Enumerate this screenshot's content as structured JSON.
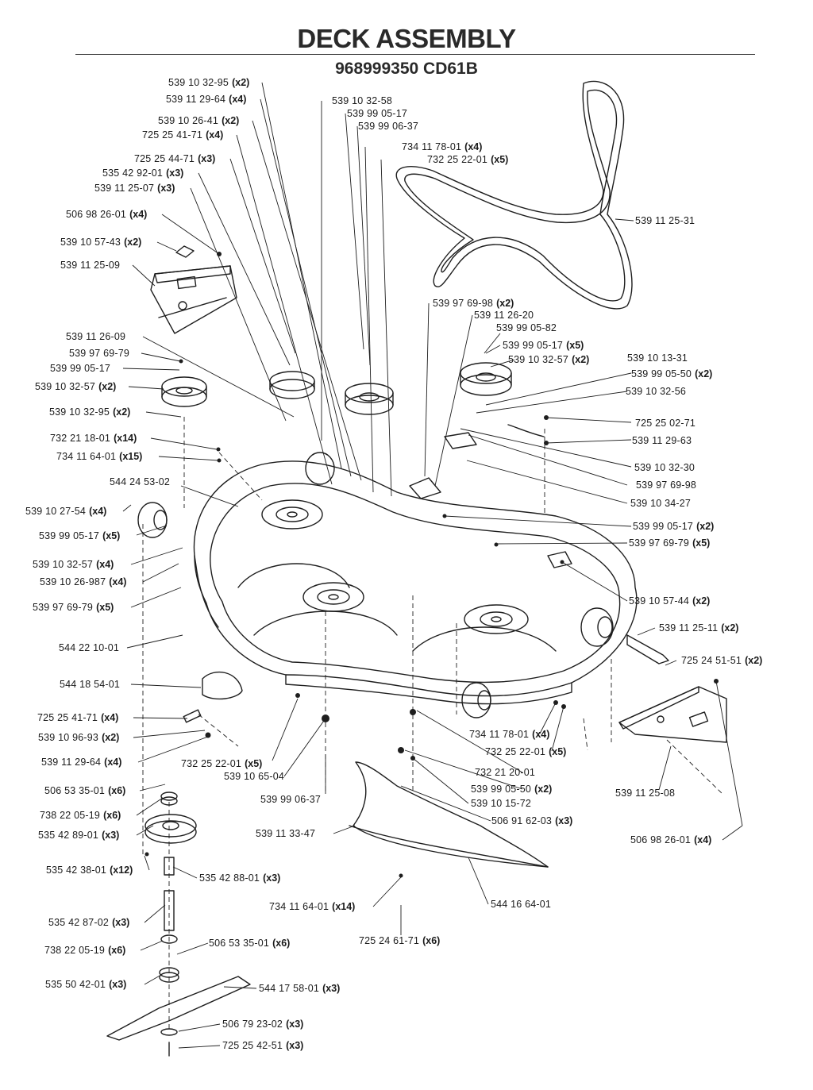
{
  "header": {
    "title": "DECK ASSEMBLY",
    "subtitle": "968999350   CD61B"
  },
  "callouts": [
    {
      "part": "539 10 32-95",
      "qty": "(x2)"
    },
    {
      "part": "539 11 29-64",
      "qty": "(x4)"
    },
    {
      "part": "539 10 26-41",
      "qty": "(x2)"
    },
    {
      "part": "725 25 41-71",
      "qty": "(x4)"
    },
    {
      "part": "725 25 44-71",
      "qty": "(x3)"
    },
    {
      "part": "535 42 92-01",
      "qty": "(x3)"
    },
    {
      "part": "539 11 25-07",
      "qty": "(x3)"
    },
    {
      "part": "506 98 26-01",
      "qty": "(x4)"
    },
    {
      "part": "539 10 57-43",
      "qty": "(x2)"
    },
    {
      "part": "539 11 25-09",
      "qty": ""
    },
    {
      "part": "539 10 32-58",
      "qty": ""
    },
    {
      "part": "539 99 05-17",
      "qty": ""
    },
    {
      "part": "539 99 06-37",
      "qty": ""
    },
    {
      "part": "734 11 78-01",
      "qty": "(x4)"
    },
    {
      "part": "732 25 22-01",
      "qty": "(x5)"
    },
    {
      "part": "539 11 25-31",
      "qty": ""
    },
    {
      "part": "539 97 69-98",
      "qty": "(x2)"
    },
    {
      "part": "539 11 26-20",
      "qty": ""
    },
    {
      "part": "539 99 05-82",
      "qty": ""
    },
    {
      "part": "539 99 05-17",
      "qty": "(x5)"
    },
    {
      "part": "539 10 32-57",
      "qty": "(x2)"
    },
    {
      "part": "539 10 13-31",
      "qty": ""
    },
    {
      "part": "539 99 05-50",
      "qty": "(x2)"
    },
    {
      "part": "539 10 32-56",
      "qty": ""
    },
    {
      "part": "725 25 02-71",
      "qty": ""
    },
    {
      "part": "539 11 29-63",
      "qty": ""
    },
    {
      "part": "539 10 32-30",
      "qty": ""
    },
    {
      "part": "539 97 69-98",
      "qty": ""
    },
    {
      "part": "539 10 34-27",
      "qty": ""
    },
    {
      "part": "539 99 05-17",
      "qty": "(x2)"
    },
    {
      "part": "539 97 69-79",
      "qty": "(x5)"
    },
    {
      "part": "539 10 57-44",
      "qty": "(x2)"
    },
    {
      "part": "539 11 25-11",
      "qty": "(x2)"
    },
    {
      "part": "725 24 51-51",
      "qty": "(x2)"
    },
    {
      "part": "539 11 26-09",
      "qty": ""
    },
    {
      "part": "539 97 69-79",
      "qty": ""
    },
    {
      "part": "539 99 05-17",
      "qty": ""
    },
    {
      "part": "539 10 32-57",
      "qty": "(x2)"
    },
    {
      "part": "539 10 32-95",
      "qty": "(x2)"
    },
    {
      "part": "732 21 18-01",
      "qty": "(x14)"
    },
    {
      "part": "734 11 64-01",
      "qty": "(x15)"
    },
    {
      "part": "544 24 53-02",
      "qty": ""
    },
    {
      "part": "539 10 27-54",
      "qty": "(x4)"
    },
    {
      "part": "539 99 05-17",
      "qty": "(x5)"
    },
    {
      "part": "539 10 32-57",
      "qty": "(x4)"
    },
    {
      "part": "539 10 26-987",
      "qty": "(x4)"
    },
    {
      "part": "539 97 69-79",
      "qty": "(x5)"
    },
    {
      "part": "544 22 10-01",
      "qty": ""
    },
    {
      "part": "544 18 54-01",
      "qty": ""
    },
    {
      "part": "725 25 41-71",
      "qty": "(x4)"
    },
    {
      "part": "539 10 96-93",
      "qty": "(x2)"
    },
    {
      "part": "539 11 29-64",
      "qty": "(x4)"
    },
    {
      "part": "732 25 22-01",
      "qty": "(x5)"
    },
    {
      "part": "539 10 65-04",
      "qty": ""
    },
    {
      "part": "539 99 06-37",
      "qty": ""
    },
    {
      "part": "734 11 78-01",
      "qty": "(x4)"
    },
    {
      "part": "732 25 22-01",
      "qty": "(x5)"
    },
    {
      "part": "732 21 20-01",
      "qty": ""
    },
    {
      "part": "539 99 05-50",
      "qty": "(x2)"
    },
    {
      "part": "539 10 15-72",
      "qty": ""
    },
    {
      "part": "506 91 62-03",
      "qty": "(x3)"
    },
    {
      "part": "539 11 25-08",
      "qty": ""
    },
    {
      "part": "506 98 26-01",
      "qty": "(x4)"
    },
    {
      "part": "506 53 35-01",
      "qty": "(x6)"
    },
    {
      "part": "738 22 05-19",
      "qty": "(x6)"
    },
    {
      "part": "535 42 89-01",
      "qty": "(x3)"
    },
    {
      "part": "539 11 33-47",
      "qty": ""
    },
    {
      "part": "535 42 38-01",
      "qty": "(x12)"
    },
    {
      "part": "535 42 88-01",
      "qty": "(x3)"
    },
    {
      "part": "734 11 64-01",
      "qty": "(x14)"
    },
    {
      "part": "544 16 64-01",
      "qty": ""
    },
    {
      "part": "535 42 87-02",
      "qty": "(x3)"
    },
    {
      "part": "725 24 61-71",
      "qty": "(x6)"
    },
    {
      "part": "738 22 05-19",
      "qty": "(x6)"
    },
    {
      "part": "506 53 35-01",
      "qty": "(x6)"
    },
    {
      "part": "535 50 42-01",
      "qty": "(x3)"
    },
    {
      "part": "544 17 58-01",
      "qty": "(x3)"
    },
    {
      "part": "506 79 23-02",
      "qty": "(x3)"
    },
    {
      "part": "725 25 42-51",
      "qty": "(x3)"
    }
  ]
}
